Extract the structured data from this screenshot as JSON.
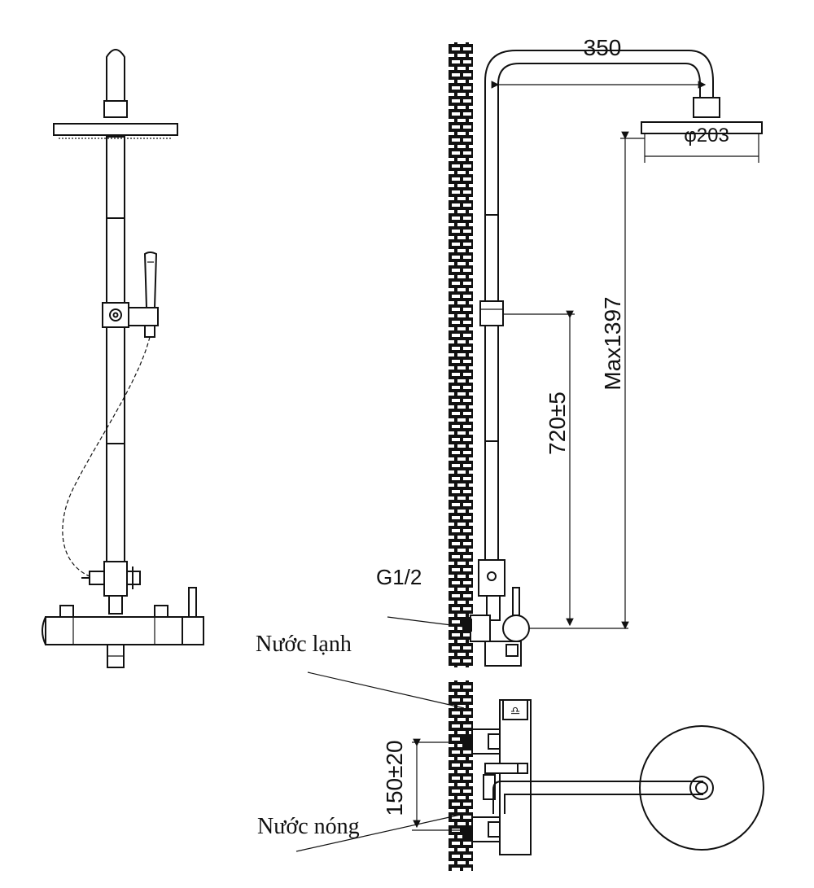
{
  "dimensions": {
    "arm_length": "350",
    "head_diameter": "φ203",
    "max_height": "Max1397",
    "bracket_spacing": "720±5",
    "inlet_spacing": "150±20"
  },
  "labels": {
    "thread": "G1/2",
    "cold_water": "Nước lạnh",
    "hot_water": "Nước nóng"
  }
}
